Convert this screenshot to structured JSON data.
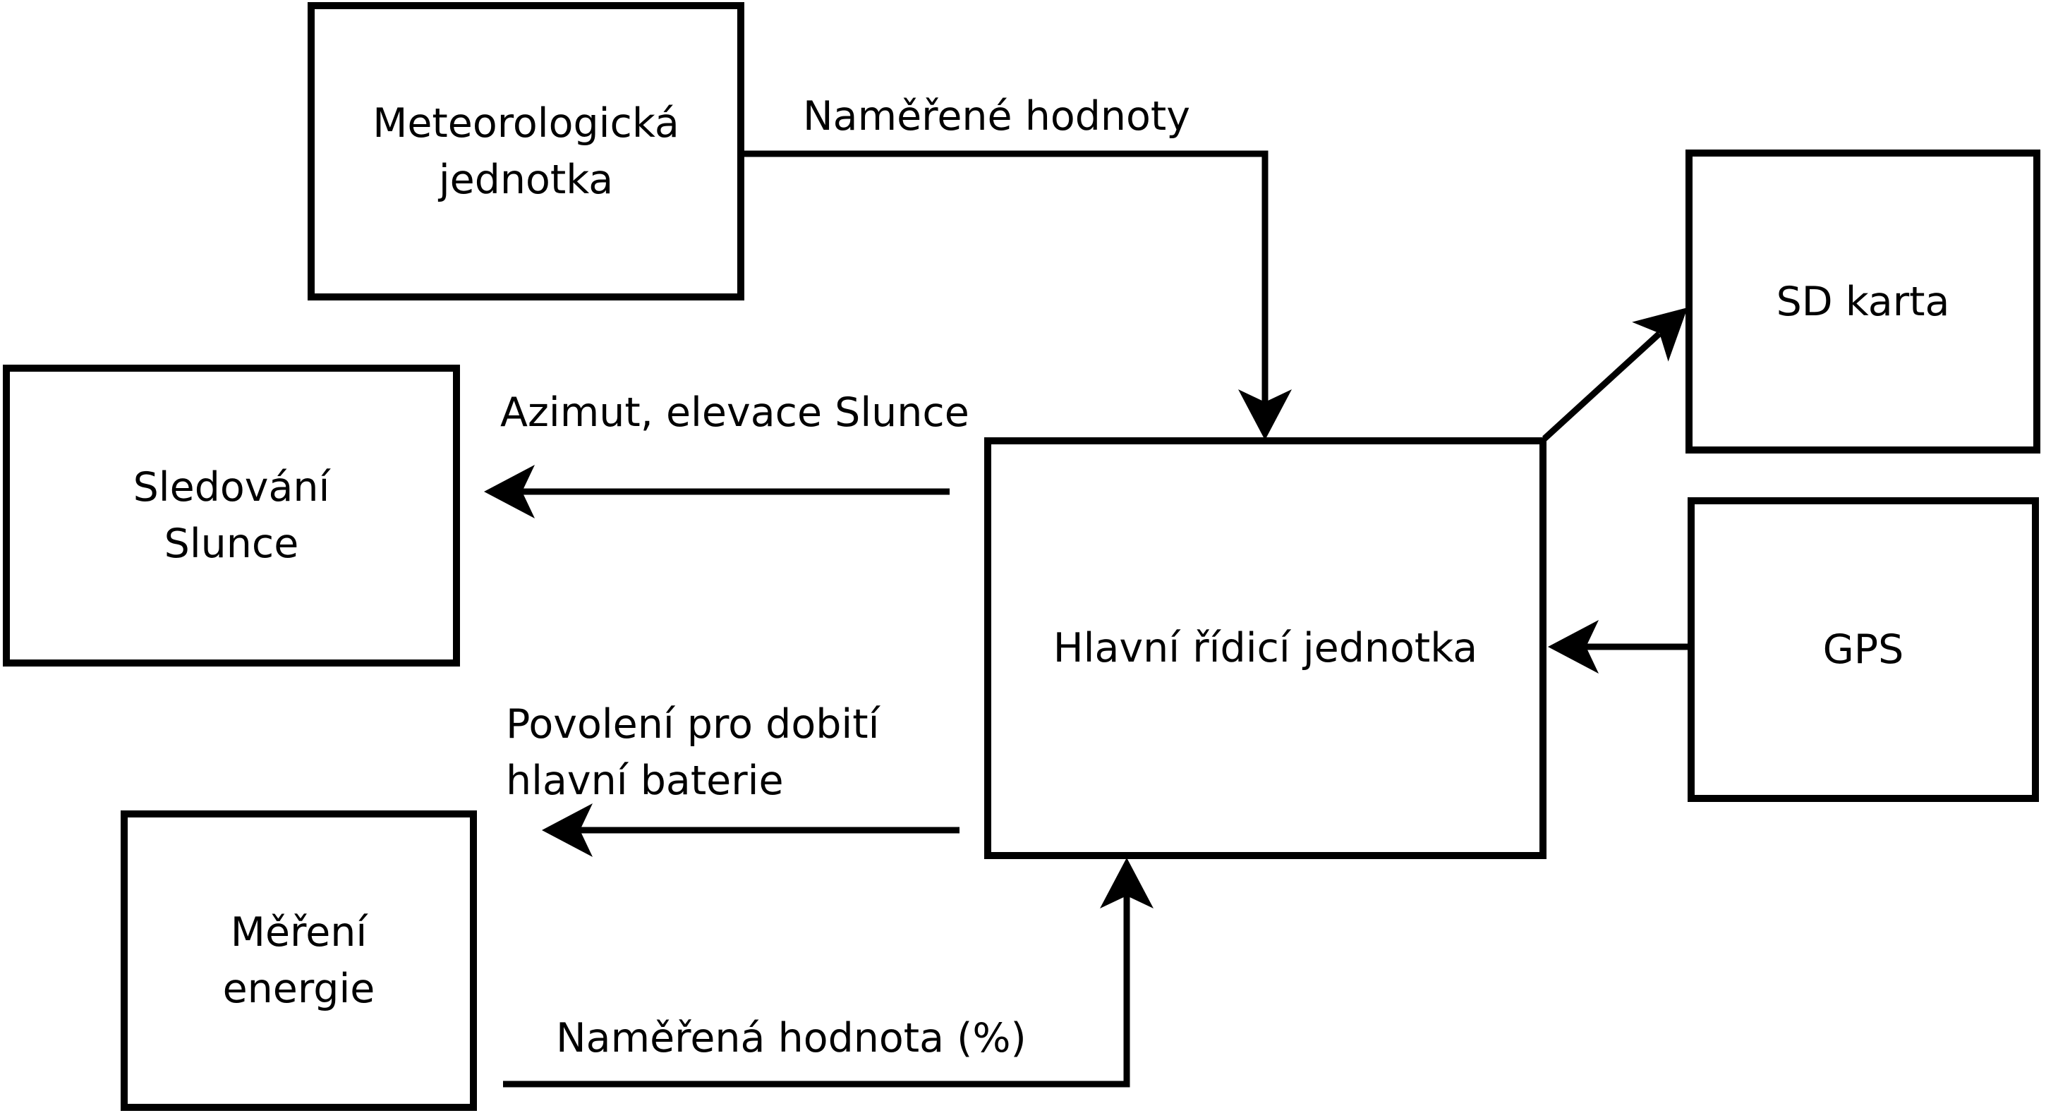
{
  "colors": {
    "background": "#ffffff",
    "line": "#000000",
    "text": "#000000"
  },
  "boxes": {
    "meteo": {
      "line1": "Meteorologická",
      "line2": "jednotka"
    },
    "sd": {
      "line1": "SD karta"
    },
    "sledovani": {
      "line1": "Sledování",
      "line2": "Slunce"
    },
    "hlavni": {
      "line1": "Hlavní řídicí jednotka"
    },
    "gps": {
      "line1": "GPS"
    },
    "mereni": {
      "line1": "Měření",
      "line2": "energie"
    }
  },
  "edge_labels": {
    "namerene_hodnoty": "Naměřené hodnoty",
    "azimut": "Azimut, elevace Slunce",
    "povoleni_line1": "Povolení pro dobití",
    "povoleni_line2": "hlavní baterie",
    "namerena_hodnota": "Naměřená hodnota (%)"
  },
  "arrows": [
    {
      "from": "Meteorologická jednotka",
      "to": "Hlavní řídicí jednotka",
      "label": "Naměřené hodnoty"
    },
    {
      "from": "Hlavní řídicí jednotka",
      "to": "Sledování Slunce",
      "label": "Azimut, elevace Slunce"
    },
    {
      "from": "Hlavní řídicí jednotka",
      "to": "SD karta",
      "label": ""
    },
    {
      "from": "GPS",
      "to": "Hlavní řídicí jednotka",
      "label": ""
    },
    {
      "from": "Hlavní řídicí jednotka",
      "to": "Měření energie (směr ven)",
      "label": "Povolení pro dobití hlavní baterie"
    },
    {
      "from": "Měření energie",
      "to": "Hlavní řídicí jednotka",
      "label": "Naměřená hodnota (%)"
    }
  ]
}
